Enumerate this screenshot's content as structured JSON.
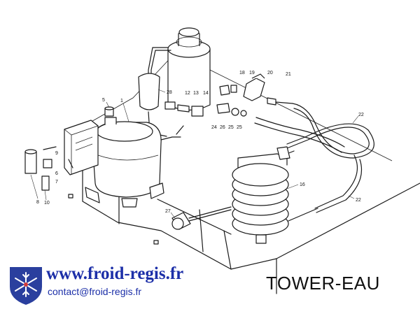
{
  "diagram": {
    "callouts": [
      "1",
      "5",
      "6",
      "7",
      "8",
      "9",
      "10",
      "12",
      "13",
      "14",
      "16",
      "18",
      "19",
      "20",
      "21",
      "22",
      "22",
      "24",
      "25",
      "25",
      "26",
      "27",
      "28"
    ]
  },
  "footer": {
    "website": "www.froid-regis.fr",
    "email": "contact@froid-regis.fr",
    "model": "TOWER-EAU"
  },
  "logo": {
    "icon": "snowflake-shield-icon",
    "colors": {
      "shield": "#2a3f9e",
      "accent": "#d23a3a"
    }
  }
}
